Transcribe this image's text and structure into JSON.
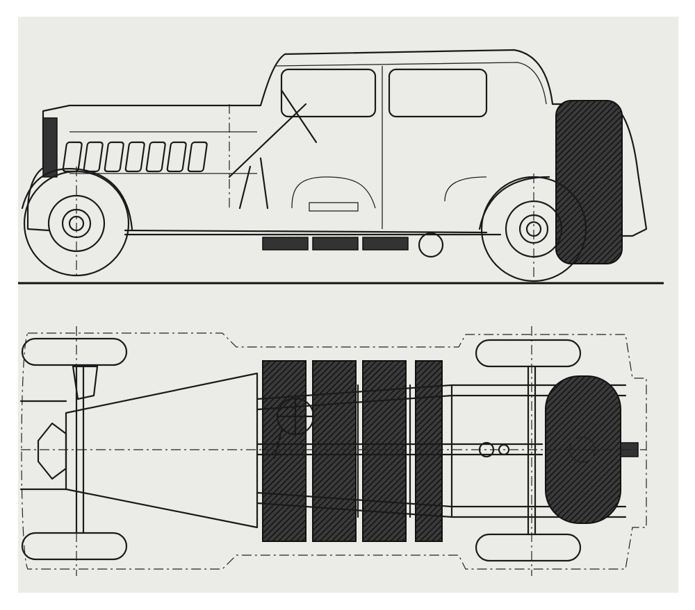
{
  "drawing": {
    "views": [
      "side-elevation",
      "plan-view-chassis"
    ],
    "colors": {
      "paper": "#ebebe8",
      "ink": "#1a1a1a",
      "frame": "#ffffff"
    },
    "hood_louver_count": 7,
    "battery_box_count": 4
  }
}
